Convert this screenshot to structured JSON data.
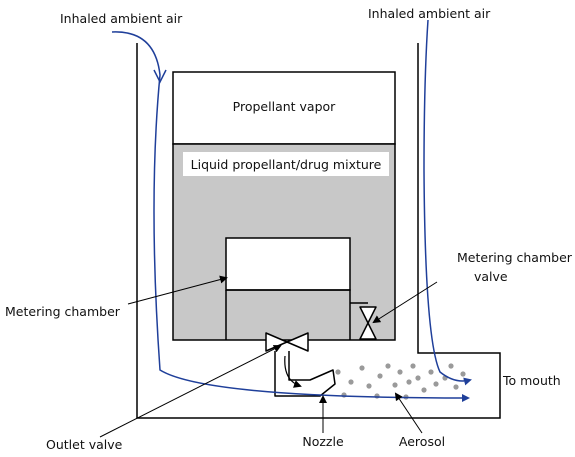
{
  "labels": {
    "inhaled_air_left": "Inhaled ambient air",
    "inhaled_air_right": "Inhaled ambient air",
    "propellant_vapor": "Propellant vapor",
    "liquid_mixture": "Liquid propellant/drug mixture",
    "metering_chamber": "Metering chamber",
    "metering_valve_line1": "Metering chamber",
    "metering_valve_line2": "valve",
    "to_mouth": "To mouth",
    "outlet_valve": "Outlet valve",
    "nozzle": "Nozzle",
    "aerosol": "Aerosol"
  },
  "colors": {
    "canister_fill": "#c8c8c8",
    "airflow": "#1f3f9a",
    "outline": "#000000",
    "aerosol_dots": "#9a9a9a"
  },
  "icons": {
    "outlet_valve": "bowtie-valve-icon",
    "metering_valve": "bowtie-valve-icon"
  }
}
